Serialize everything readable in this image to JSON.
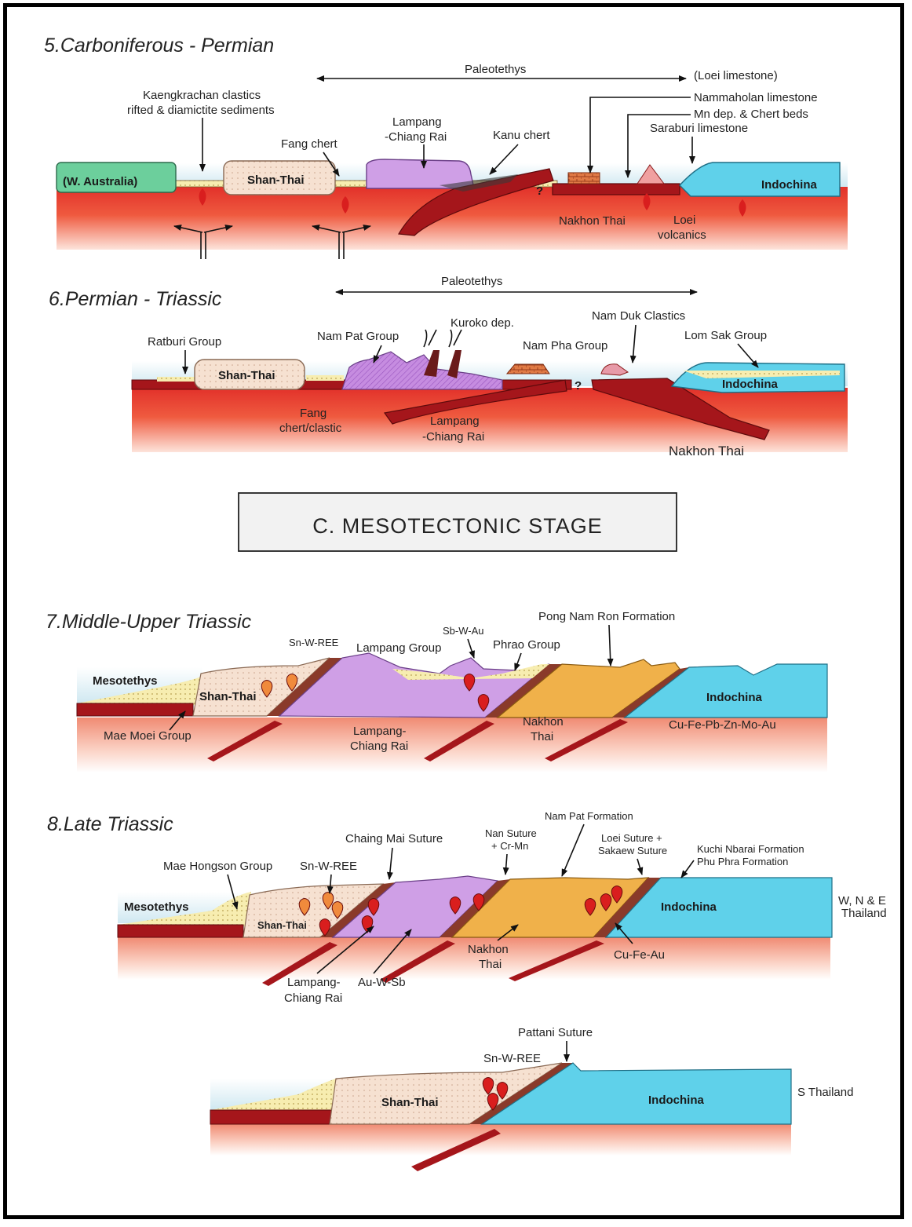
{
  "colors": {
    "mantle": "#e2312a",
    "mantle_fade": "#fbd9cf",
    "slab": "#a5161b",
    "ocean": "#d9eef5",
    "shan_thai": "#f6e1d1",
    "lampang": "#cf9fe6",
    "nakhon_thai": "#f0b14a",
    "indochina": "#5fd1ea",
    "w_australia": "#6ccf9c",
    "sediment": "#f7edb0",
    "limestone": "#d86a3a",
    "ore_red": "#d91e1e",
    "ore_orange": "#f08a3c"
  },
  "panel5": {
    "title": "5.Carboniferous - Permian",
    "paleotethys": "Paleotethys",
    "loei_limestone": "(Loei limestone)",
    "kaengkrachan_1": "Kaengkrachan clastics",
    "kaengkrachan_2": "rifted & diamictite sediments",
    "lampang_1": "Lampang",
    "lampang_2": "-Chiang Rai",
    "fang_chert": "Fang chert",
    "kanu_chert": "Kanu chert",
    "nammaholan": "Nammaholan limestone",
    "mn_dep": "Mn dep. & Chert beds",
    "saraburi": "Saraburi limestone",
    "w_australia": "(W. Australia)",
    "shan_thai": "Shan-Thai",
    "indochina": "Indochina",
    "question": "?",
    "nakhon_thai": "Nakhon Thai",
    "loei_1": "Loei",
    "loei_2": "volcanics"
  },
  "panel6": {
    "title": "6.Permian - Triassic",
    "paleotethys": "Paleotethys",
    "ratburi": "Ratburi Group",
    "nam_pat": "Nam Pat Group",
    "kuroko": "Kuroko dep.",
    "nam_duk": "Nam Duk Clastics",
    "nam_pha": "Nam Pha Group",
    "lom_sak": "Lom Sak Group",
    "shan_thai": "Shan-Thai",
    "indochina": "Indochina",
    "question": "?",
    "fang_1": "Fang",
    "fang_2": "chert/clastic",
    "lampang_1": "Lampang",
    "lampang_2": "-Chiang Rai",
    "nakhon_thai": "Nakhon Thai"
  },
  "stage_box": "C. MESOTECTONIC STAGE",
  "panel7": {
    "title": "7.Middle-Upper Triassic",
    "pong_nam_ron": "Pong Nam Ron Formation",
    "sb_w_au": "Sb-W-Au",
    "sn_w_ree": "Sn-W-REE",
    "lampang_group": "Lampang Group",
    "phrao_group": "Phrao Group",
    "mesotethys": "Mesotethys",
    "shan_thai": "Shan-Thai",
    "indochina": "Indochina",
    "mae_moei": "Mae Moei Group",
    "lampang_1": "Lampang-",
    "lampang_2": "Chiang Rai",
    "nakhon_1": "Nakhon",
    "nakhon_2": "Thai",
    "cu_fe": "Cu-Fe-Pb-Zn-Mo-Au"
  },
  "panel8": {
    "title": "8.Late Triassic",
    "nam_pat": "Nam Pat Formation",
    "chaing_mai": "Chaing Mai Suture",
    "nan_suture_1": "Nan Suture",
    "nan_suture_2": "+ Cr-Mn",
    "loei_suture_1": "Loei Suture +",
    "loei_suture_2": "Sakaew Suture",
    "kuchi_1": "Kuchi Nbarai Formation",
    "kuchi_2": "Phu Phra Formation",
    "mae_hongson": "Mae Hongson Group",
    "sn_w_ree": "Sn-W-REE",
    "mesotethys": "Mesotethys",
    "shan_thai": "Shan-Thai",
    "indochina": "Indochina",
    "region_1": "W, N & E",
    "region_2": "Thailand",
    "nakhon_1": "Nakhon",
    "nakhon_2": "Thai",
    "cu_fe_au": "Cu-Fe-Au",
    "lampang_1": "Lampang-",
    "lampang_2": "Chiang Rai",
    "au_w_sb": "Au-W-Sb"
  },
  "panel8s": {
    "pattani": "Pattani Suture",
    "sn_w_ree": "Sn-W-REE",
    "shan_thai": "Shan-Thai",
    "indochina": "Indochina",
    "region": "S Thailand"
  }
}
